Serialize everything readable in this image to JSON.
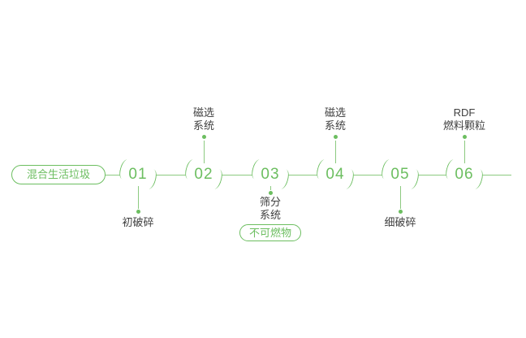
{
  "colors": {
    "accent": "#6cbe60",
    "line": "#8cca80",
    "text": "#404040"
  },
  "diagram": {
    "start_label": "混合生活垃圾",
    "steps": [
      {
        "number": "01",
        "label": "初破碎",
        "label_position": "below"
      },
      {
        "number": "02",
        "label": "磁选\n系统",
        "label_position": "above"
      },
      {
        "number": "03",
        "label": "筛分\n系统",
        "label_position": "below",
        "badge": "不可燃物"
      },
      {
        "number": "04",
        "label": "磁选\n系统",
        "label_position": "above"
      },
      {
        "number": "05",
        "label": "细破碎",
        "label_position": "below"
      },
      {
        "number": "06",
        "label": "RDF\n燃料颗粒",
        "label_position": "above"
      }
    ]
  }
}
